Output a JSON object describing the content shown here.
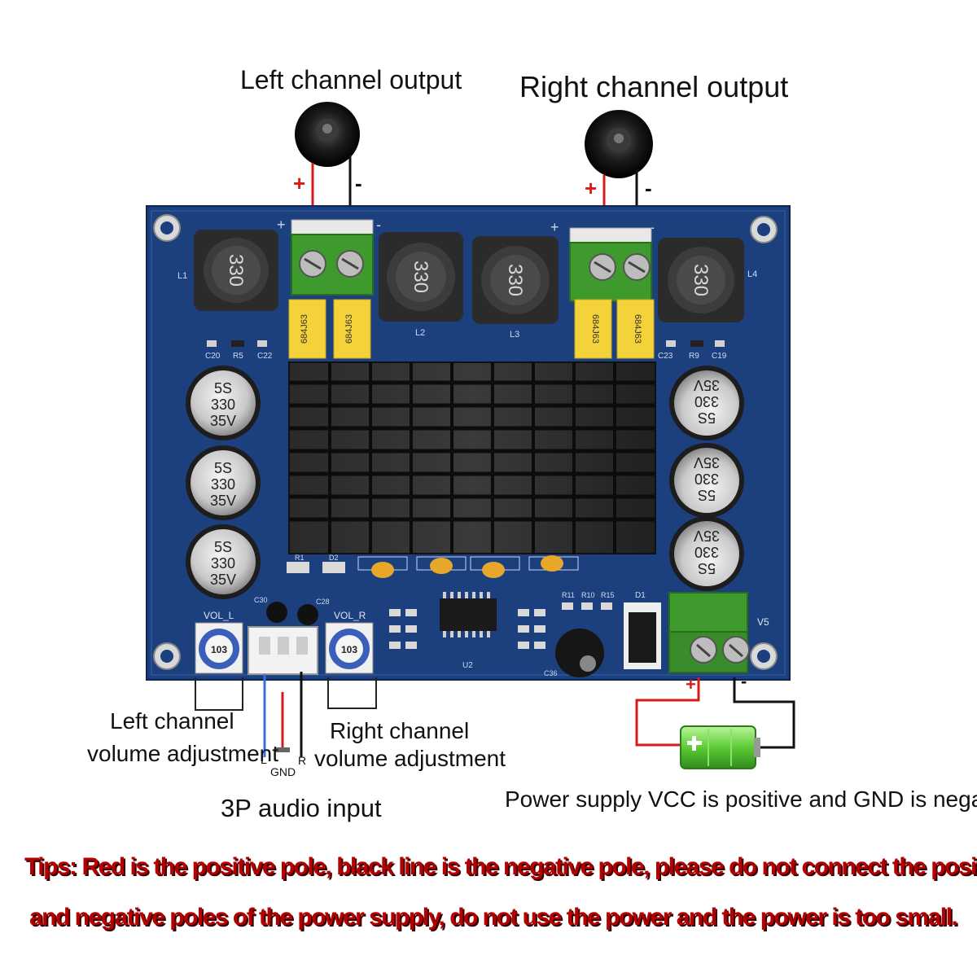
{
  "labels": {
    "left_output": "Left channel output",
    "right_output": "Right channel output",
    "left_volume_line1": "Left channel",
    "left_volume_line2": "volume adjustment",
    "right_volume_line1": "Right channel",
    "right_volume_line2": "volume adjustment",
    "audio_input": "3P audio input",
    "pin_l": "L",
    "pin_r": "R",
    "pin_gnd": "GND",
    "power_supply": "Power supply VCC is positive and GND is negative",
    "plus": "+",
    "minus": "-"
  },
  "board": {
    "inductor_code": "330",
    "inductor_names": [
      "L1",
      "L2",
      "L3",
      "L4"
    ],
    "film_cap_code": "684J63",
    "cap_lines": [
      "5S",
      "330",
      "35V"
    ],
    "vol_l": "VOL_L",
    "vol_r": "VOL_R",
    "pot_code": "103",
    "ic_name": "U2",
    "diode_name": "D1",
    "v5": "V5",
    "smd_left": [
      "C20",
      "R5",
      "C22"
    ],
    "smd_right": [
      "C23",
      "R9",
      "C19"
    ],
    "misc": [
      "R1",
      "D2",
      "C30",
      "C28",
      "R11",
      "R10",
      "R15",
      "C36"
    ]
  },
  "tips": {
    "line1": "Tips: Red is the positive pole, black line is the negative pole, please do not connect the positive",
    "line2": "and negative poles of the power supply, do not use the power and the power is too small."
  },
  "colors": {
    "pcb": "#1c3f7d",
    "terminal": "#3f9a2e",
    "film_cap": "#f4d23a",
    "wire_positive": "#d81b1b",
    "wire_negative": "#111111",
    "wire_audio_l": "#3a6fd8",
    "tips_text": "#b30000",
    "battery": "#6fd24a"
  },
  "icons": [
    "speaker-icon",
    "battery-icon"
  ]
}
